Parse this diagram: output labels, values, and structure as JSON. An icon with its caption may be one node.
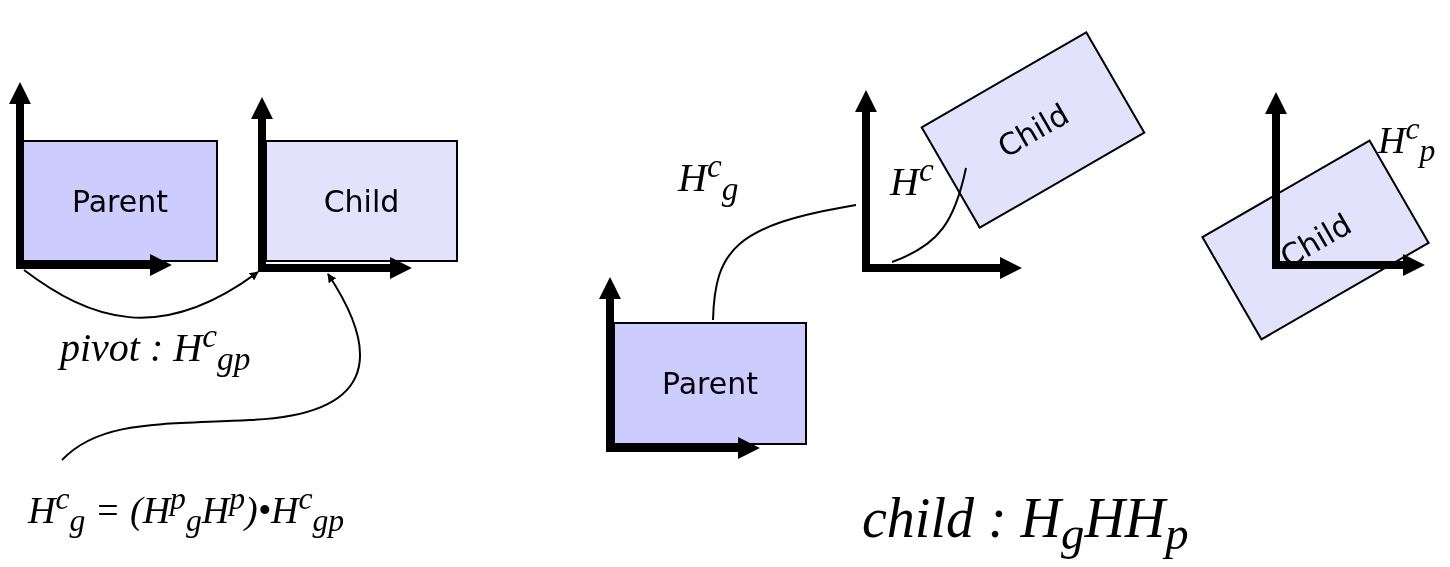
{
  "diagram": {
    "nodes": [
      {
        "text": [
          "Parent"
        ]
      },
      {
        "text": [
          "Child"
        ]
      },
      {
        "text": [
          "H$^{c}$$_{g}$ = (H$^{p}$$_{g}$H$^{p}$)•H$^{c}$$_{gp}$"
        ]
      },
      {
        "text": [
          "Parent"
        ]
      },
      {
        "text": [],
        "shape": "axes"
      },
      {
        "text": [
          "Child"
        ]
      },
      {
        "text": [
          "Child"
        ]
      }
    ],
    "edges": [
      {
        "from": 0,
        "to": 1,
        "arrow": "to",
        "label": "pivot : H$^{c}$$_{gp}$"
      },
      {
        "from": 2,
        "to": 1,
        "arrow": "to"
      },
      {
        "from": 3,
        "to": 4,
        "arrow": "none",
        "label": "H$^{c}$$_{g}$"
      },
      {
        "from": 4,
        "to": 5,
        "arrow": "none",
        "label": "H$^{c}$"
      }
    ],
    "labels": [
      "H$^{c}$$_{p}$",
      "child : H$_{g}$HH$_{p}$"
    ]
  }
}
